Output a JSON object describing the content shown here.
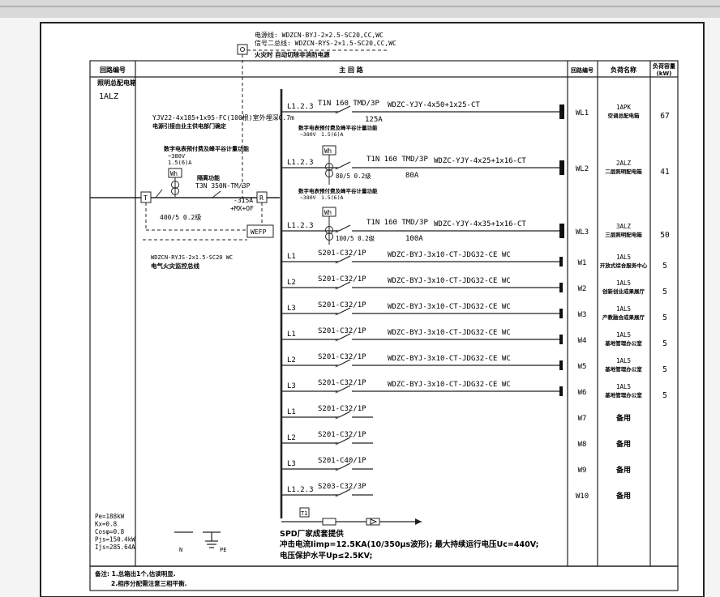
{
  "header": {
    "col1": "回路编号",
    "col2": "主 回 路",
    "col3": "回路编号",
    "col4": "负荷名称",
    "col5": "负荷容量",
    "col5_unit": "(kW)"
  },
  "top_notes": {
    "power_cable": "电源线: WDZCN-BYJ-2×2.5-SC20,CC,WC",
    "signal_cable": "信号二总线: WDZCN-RYS-2×1.5-SC20,CC,WC",
    "fire_note": "火灾时  自动切除非消防电源"
  },
  "panel": {
    "name": "照明总配电箱",
    "code": "1ALZ",
    "incoming_cable": "YJV22-4x185+1x95-FC(100根)室外埋深0.7m",
    "incoming_note": "电源引接由业主供电部门确定",
    "meter_note": "数字电表预付费及峰平谷计量功能",
    "meter_spec1": "~380V",
    "meter_spec2": "1.5(6)A",
    "meter_label": "Wh",
    "ct_spec": "400/5 0.2级",
    "isolator_label": "隔离功能",
    "isolator_spec": "T3N 350N-TM/3P",
    "rcd_spec1": "-315A",
    "rcd_spec2": "+MX+OF",
    "tag_t": "T",
    "tag_r": "R",
    "wefp_label": "WEFP",
    "fire_cable": "WDZCN-RYJS-2x1.5-SC20 WC",
    "fire_cable_note": "电气火灾监控总线"
  },
  "meter_branches": [
    {
      "note": "数字电表预付费及峰平谷计量功能",
      "spec1": "~380V",
      "spec2": "1.5(6)A",
      "meter": "Wh",
      "ct": "80/5 0.2级"
    },
    {
      "note": "数字电表预付费及峰平谷计量功能",
      "spec1": "~380V",
      "spec2": "1.5(6)A",
      "meter": "Wh",
      "ct": "100/5 0.2级"
    }
  ],
  "circuits": [
    {
      "phase": "L1.2.3",
      "breaker": "T1N 160 TMD/3P",
      "amp": "125A",
      "cable": "WDZC-YJY-4x50+1x25-CT",
      "code": "WL1",
      "load_code": "1APK",
      "load_name": "空调总配电箱",
      "kw": "67"
    },
    {
      "phase": "L1.2.3",
      "breaker": "T1N 160 TMD/3P",
      "amp": "80A",
      "cable": "WDZC-YJY-4x25+1x16-CT",
      "code": "WL2",
      "load_code": "2ALZ",
      "load_name": "二层照明配电箱",
      "kw": "41"
    },
    {
      "phase": "L1.2.3",
      "breaker": "T1N 160 TMD/3P",
      "amp": "100A",
      "cable": "WDZC-YJY-4x35+1x16-CT",
      "code": "WL3",
      "load_code": "3ALZ",
      "load_name": "三层照明配电箱",
      "kw": "50"
    },
    {
      "phase": "L1",
      "breaker": "S201-C32/1P",
      "amp": "",
      "cable": "WDZC-BYJ-3x10-CT-JDG32-CE WC",
      "code": "W1",
      "load_code": "1AL5",
      "load_name": "开放式综合服务中心",
      "kw": "5"
    },
    {
      "phase": "L2",
      "breaker": "S201-C32/1P",
      "amp": "",
      "cable": "WDZC-BYJ-3x10-CT-JDG32-CE WC",
      "code": "W2",
      "load_code": "1AL5",
      "load_name": "创新创业成果展厅",
      "kw": "5"
    },
    {
      "phase": "L3",
      "breaker": "S201-C32/1P",
      "amp": "",
      "cable": "WDZC-BYJ-3x10-CT-JDG32-CE WC",
      "code": "W3",
      "load_code": "1AL5",
      "load_name": "产教融合成果展厅",
      "kw": "5"
    },
    {
      "phase": "L1",
      "breaker": "S201-C32/1P",
      "amp": "",
      "cable": "WDZC-BYJ-3x10-CT-JDG32-CE WC",
      "code": "W4",
      "load_code": "1AL5",
      "load_name": "基地管理办公室",
      "kw": "5"
    },
    {
      "phase": "L2",
      "breaker": "S201-C32/1P",
      "amp": "",
      "cable": "WDZC-BYJ-3x10-CT-JDG32-CE WC",
      "code": "W5",
      "load_code": "1AL5",
      "load_name": "基地管理办公室",
      "kw": "5"
    },
    {
      "phase": "L3",
      "breaker": "S201-C32/1P",
      "amp": "",
      "cable": "WDZC-BYJ-3x10-CT-JDG32-CE WC",
      "code": "W6",
      "load_code": "1AL5",
      "load_name": "基地管理办公室",
      "kw": "5"
    },
    {
      "phase": "L1",
      "breaker": "S201-C32/1P",
      "amp": "",
      "cable": "",
      "code": "W7",
      "load_code": "",
      "load_name": "备用",
      "kw": ""
    },
    {
      "phase": "L2",
      "breaker": "S201-C32/1P",
      "amp": "",
      "cable": "",
      "code": "W8",
      "load_code": "",
      "load_name": "备用",
      "kw": ""
    },
    {
      "phase": "L3",
      "breaker": "S201-C40/1P",
      "amp": "",
      "cable": "",
      "code": "W9",
      "load_code": "",
      "load_name": "备用",
      "kw": ""
    },
    {
      "phase": "L1.2.3",
      "breaker": "S203-C32/3P",
      "amp": "",
      "cable": "",
      "code": "W10",
      "load_code": "",
      "load_name": "备用",
      "kw": ""
    }
  ],
  "spd": {
    "tag": "T1",
    "line1": "SPD厂家成套提供",
    "line2": "冲击电流Iimp=12.5KA(10/350μs波形); 最大持续运行电压Uc=440V;",
    "line3": "电压保护水平Up≤2.5KV;"
  },
  "calc": [
    "Pe=188kW",
    "Kx=0.8",
    "Cosφ=0.8",
    "Pjs=150.4kW",
    "Ijs=285.64A"
  ],
  "earth": {
    "n": "N",
    "pe": "PE"
  },
  "notes": {
    "line1": "备注: 1.总箱出1个,估读明显.",
    "line2": "2.相序分配需注意三相平衡."
  }
}
